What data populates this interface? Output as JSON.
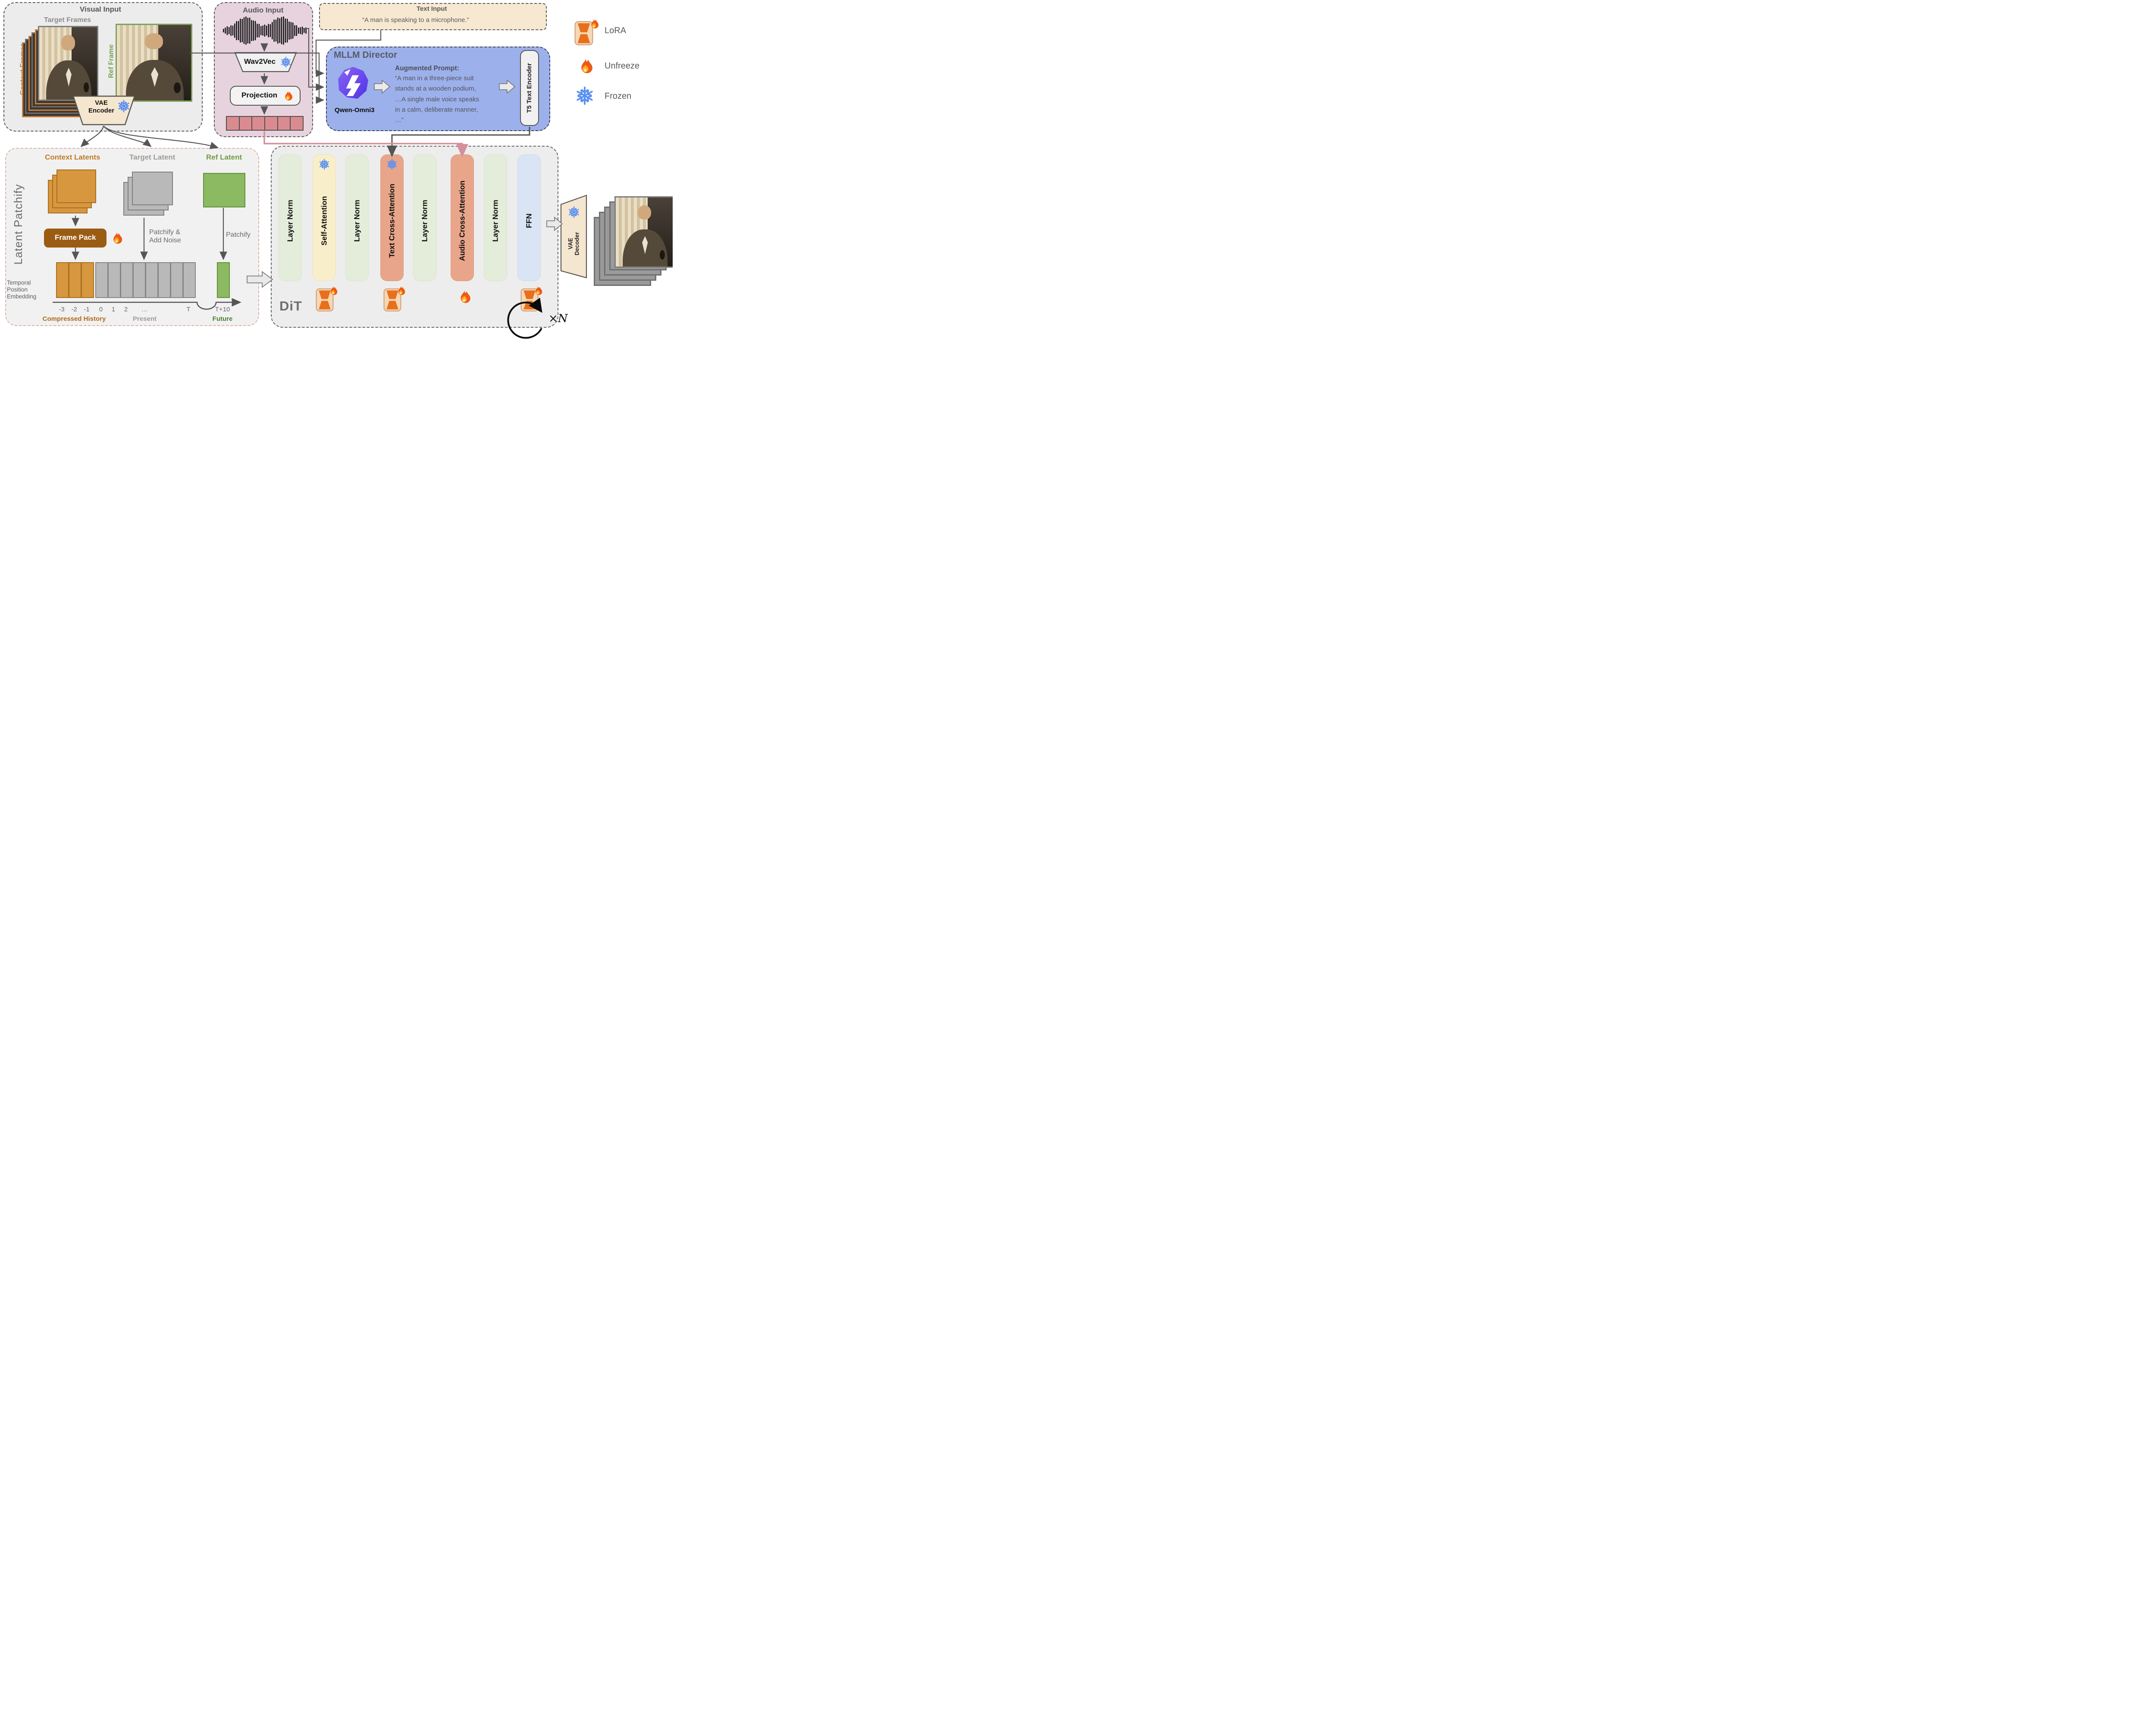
{
  "visual_input": {
    "title": "Visual Input",
    "target_frames_label": "Target Frames",
    "context_frames_label": "Context Frames",
    "ref_frame_label": "Ref Frame",
    "vae_encoder_label": "VAE\nEncoder",
    "stack_layers": 5
  },
  "audio_input": {
    "title": "Audio Input",
    "waveform_icon": "audio-waveform-icon",
    "wav2vec_label": "Wav2Vec",
    "projection_label": "Projection",
    "token_count": 6
  },
  "text_input": {
    "title": "Text Input",
    "quote": "“A man is speaking to a microphone.”"
  },
  "mllm": {
    "title": "MLLM Director",
    "logo_icon": "qwen-logo-icon",
    "model_label": "Qwen-Omni3",
    "prompt_title": "Augmented Prompt:",
    "prompt_lines": [
      "“A man in a three-piece suit",
      "stands at a wooden podium,",
      "…A single male voice speaks",
      "in a calm, deliberate manner,",
      "…”"
    ],
    "t5_label": "T5 Text Encoder"
  },
  "legend": {
    "items": [
      {
        "icon": "lora-icon",
        "label": "LoRA"
      },
      {
        "icon": "fire-icon",
        "label": "Unfreeze"
      },
      {
        "icon": "snowflake-icon",
        "label": "Frozen"
      }
    ]
  },
  "latent": {
    "title": "Latent Patchify",
    "context_label": "Context Latents",
    "target_label": "Target Latent",
    "ref_label": "Ref Latent",
    "frame_pack_label": "Frame Pack",
    "patchify_noise_label": "Patchify &\nAdd Noise",
    "patchify_label": "Patchify",
    "temporal_label": "Temporal\nPosition\nEmbedding",
    "timeline": {
      "groups": [
        {
          "name": "history",
          "bar_count": 3,
          "bar_color": "#d6973f",
          "bar_border": "#a8701e",
          "ticks": [
            [
              "-3",
              0
            ],
            [
              "-2",
              1
            ],
            [
              "-1",
              2
            ]
          ],
          "label": "Compressed History",
          "label_color": "#b06a1c"
        },
        {
          "name": "present",
          "bar_count": 8,
          "bar_color": "#b9b9b9",
          "bar_border": "#858585",
          "ticks": [
            [
              "0",
              0
            ],
            [
              "1",
              1
            ],
            [
              "2",
              2
            ],
            [
              "…",
              3.5
            ],
            [
              "T",
              7
            ]
          ],
          "label": "Present",
          "label_color": "#9c9c9c"
        },
        {
          "name": "future",
          "bar_count": 1,
          "bar_color": "#8cba62",
          "bar_border": "#638f3c",
          "ticks": [
            [
              "T+10",
              0
            ]
          ],
          "label": "Future",
          "label_color": "#4e7d2e"
        }
      ]
    }
  },
  "dit": {
    "title": "DiT",
    "repeat_label": "×N",
    "columns": [
      {
        "label": "Layer Norm",
        "color": "#e4edda"
      },
      {
        "label": "Self-Attention",
        "color": "#f8eec9",
        "top_icon": "snowflake-icon",
        "bottom_icon": "lora-icon"
      },
      {
        "label": "Layer Norm",
        "color": "#e4edda"
      },
      {
        "label": "Text Cross-Attention",
        "color": "#e9a58a",
        "top_icon": "snowflake-icon",
        "bottom_icon": "lora-icon"
      },
      {
        "label": "Layer Norm",
        "color": "#e4edda"
      },
      {
        "label": "Audio Cross-Attention",
        "color": "#e9a58a",
        "bottom_icon": "fire-icon"
      },
      {
        "label": "Layer Norm",
        "color": "#e4edda"
      },
      {
        "label": "FFN",
        "color": "#d9e4f4",
        "bottom_icon": "lora-icon"
      }
    ]
  },
  "output": {
    "vae_decoder_label": "VAE\nDecoder",
    "frame_layers": 5
  },
  "colors": {
    "panel_gray": "#ececec",
    "audio_panel": "#e6d3de",
    "text_panel": "#f7e8d2",
    "mllm_panel": "#9cb0ec",
    "latent_border": "#dfb0a7",
    "dark_line": "#555555",
    "pink_line": "#d5919b",
    "token_pink": "#d98b90",
    "frame_pack_brown": "#9a5c13",
    "cream": "#f5e7cf",
    "snowflake_blue": "#5a90f2"
  }
}
